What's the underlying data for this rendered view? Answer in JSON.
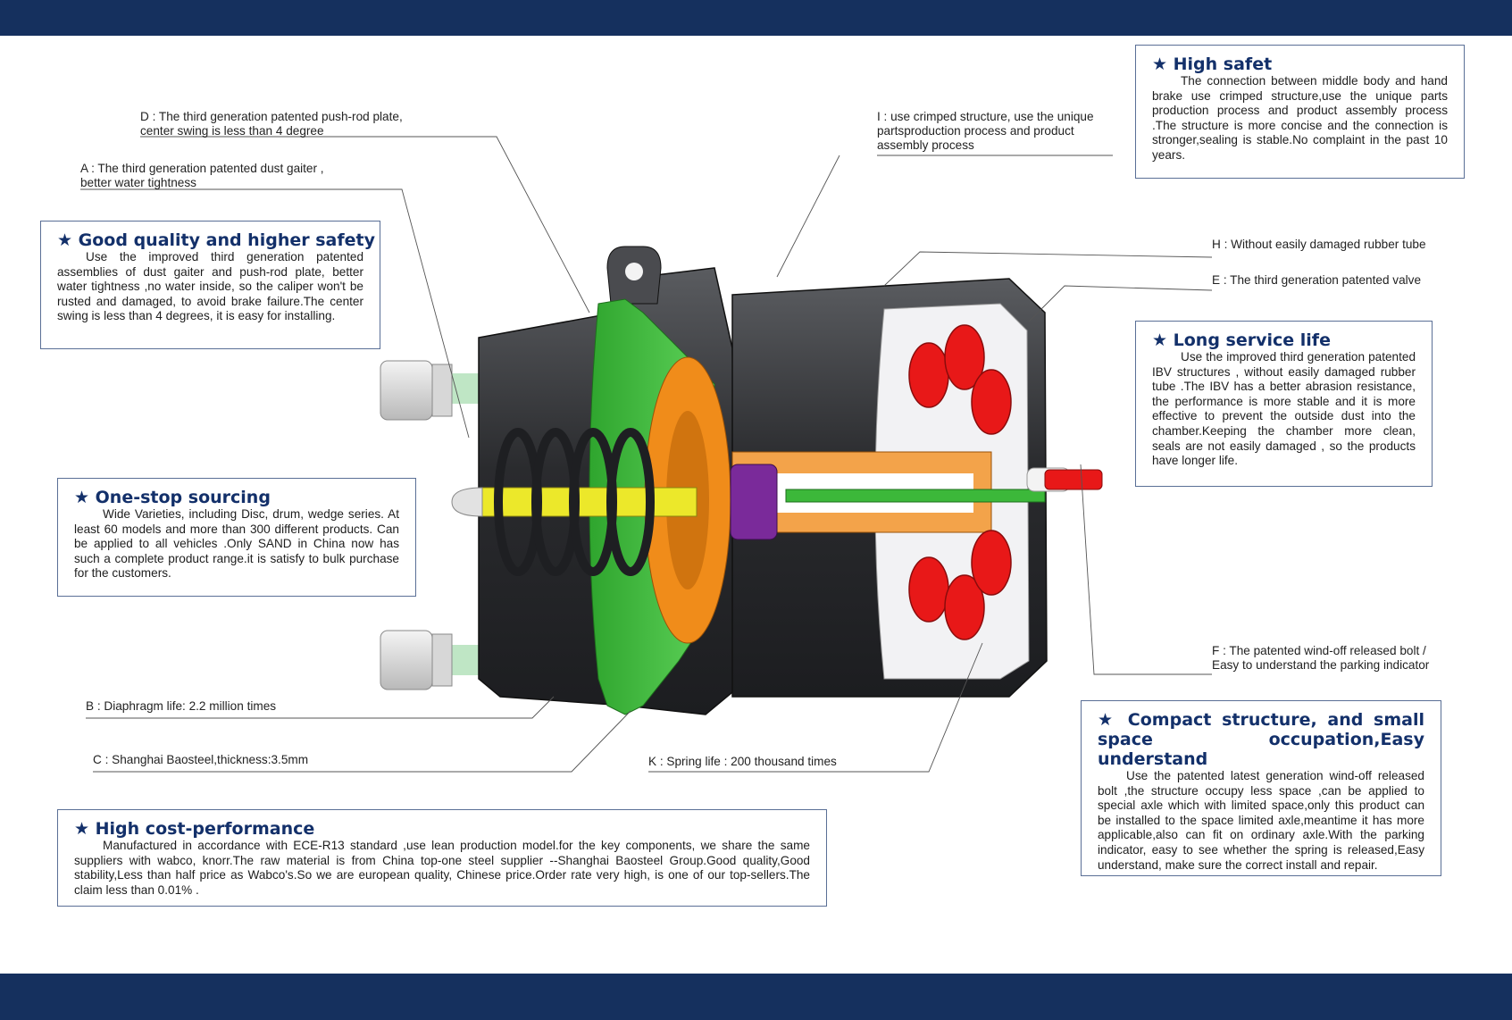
{
  "labels": {
    "D": "D : The third generation patented push-rod plate,\ncenter swing is less than 4 degree",
    "A": "A : The third generation patented dust gaiter ,\nbetter water tightness",
    "I": "I : use crimped structure,  use the unique\npartsproduction process and product\nassembly process",
    "H": "H : Without easily damaged rubber tube",
    "E": "E : The third generation patented valve",
    "F": "F : The patented wind-off released bolt /\nEasy to understand the parking indicator",
    "B": "B : Diaphragm life: 2.2 million times",
    "C": "C : Shanghai Baosteel,thickness:3.5mm",
    "K": "K : Spring life : 200 thousand times"
  },
  "boxes": {
    "high_safe": {
      "title": "★ High safet",
      "body": "The connection between middle body and hand brake use crimped structure,use the unique parts production process and product assembly process .The structure is more concise and the connection is stronger,sealing is stable.No complaint in the past 10 years."
    },
    "good_quality": {
      "title": "★ Good quality and higher safety",
      "body": "Use the improved third generation patented assemblies of dust gaiter and push-rod plate, better water tightness ,no water inside, so the caliper won't be rusted and damaged, to avoid brake failure.The center swing is less than 4 degrees, it is easy for installing."
    },
    "one_stop": {
      "title": "★ One-stop sourcing",
      "body": "Wide Varieties, including Disc, drum, wedge series. At least 60 models and more than 300 different products. Can be applied to all vehicles .Only SAND in China now has such a complete product range.it is satisfy to bulk purchase for the customers."
    },
    "long_life": {
      "title": "★ Long service life",
      "body": "Use the improved third generation patented IBV structures , without easily damaged rubber tube .The IBV has a better abrasion resistance, the performance is more stable and it is more effective to prevent the outside dust into the chamber.Keeping the chamber more clean, seals are not easily damaged , so the products have longer life."
    },
    "compact": {
      "title": "★  Compact structure, and small space occupation,Easy understand",
      "body": "Use the patented latest generation wind-off released bolt ,the structure occupy less space ,can be applied to special axle which with  limited space,only this product can be installed to the space limited axle,meantime it has more applicable,also can fit on ordinary axle.With the parking indicator, easy to see whether the spring is released,Easy understand,  make sure the correct install and repair."
    },
    "cost": {
      "title": "★ High cost-performance",
      "body": "Manufactured in accordance with ECE-R13 standard ,use lean production model.for the key components, we share the same suppliers with wabco, knorr.The raw material is from China top-one steel supplier --Shanghai Baosteel Group.Good quality,Good stability,Less than half price as Wabco's.So we are european quality, Chinese price.Order rate very high, is one of our top-sellers.The claim less than 0.01% ."
    }
  },
  "colors": {
    "band": "#15305e",
    "title": "#13306a",
    "body_dark": "#2e3033",
    "diaphragm_green": "#3cb83a",
    "plate_orange": "#f08c1a",
    "spring_red": "#e81818",
    "pushrod_yellow": "#ece82a",
    "seal_purple": "#7a2a9a"
  }
}
